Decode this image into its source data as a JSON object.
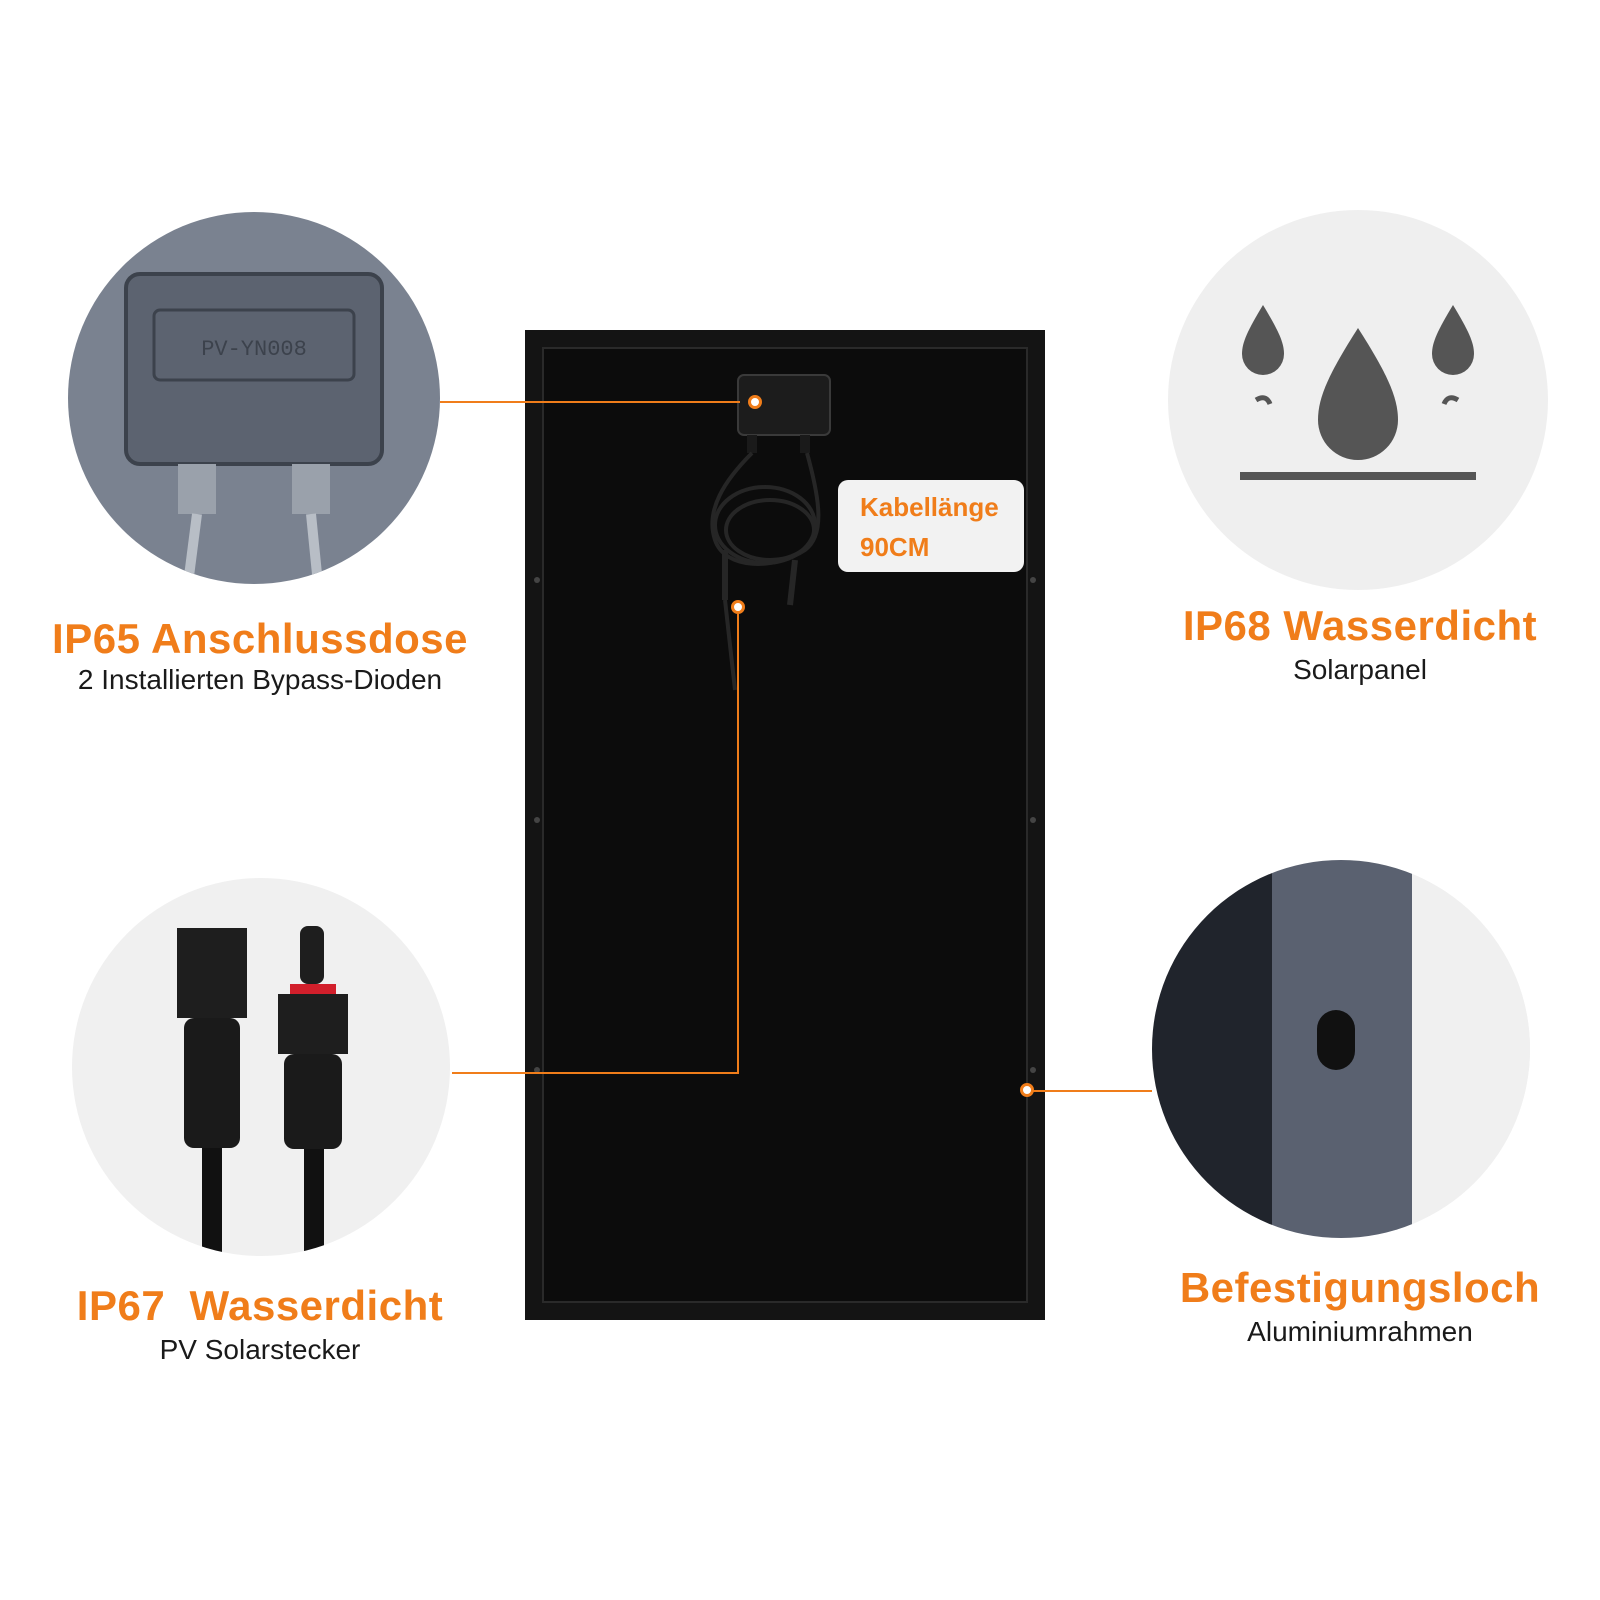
{
  "features": {
    "junction_box": {
      "title": "IP65 Anschlussdose",
      "subtitle": "2 Installierten Bypass-Dioden",
      "box_marking": "PV-YN008"
    },
    "waterproof_panel": {
      "title": "IP68 Wasserdicht",
      "subtitle": "Solarpanel"
    },
    "connector": {
      "title": "IP67  Wasserdicht",
      "subtitle": "PV Solarstecker"
    },
    "mounting_hole": {
      "title": "Befestigungsloch",
      "subtitle": "Aluminiumrahmen"
    }
  },
  "cable": {
    "label_line1": "Kabellänge",
    "label_line2": "90CM"
  },
  "colors": {
    "accent": "#f07d1a",
    "panel": "#111111",
    "subtitle_text": "#1a1a1a"
  },
  "icons": [
    "water-drops-icon",
    "junction-box-photo",
    "mc4-connector-photo",
    "frame-hole-photo"
  ]
}
